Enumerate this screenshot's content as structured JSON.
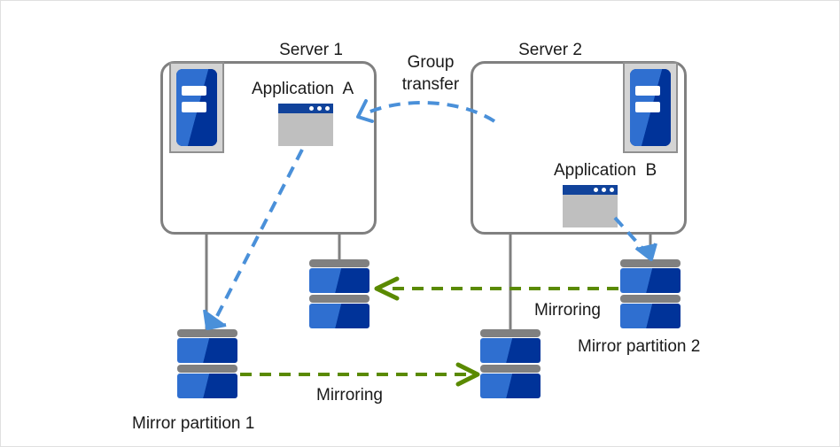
{
  "diagram": {
    "title": "Mirror disk / group transfer configuration",
    "colors": {
      "server_outline": "#808080",
      "blue_dashed": "#4a90d9",
      "green_dashed": "#5a8a00",
      "disk_light_blue": "#2f6fd0",
      "disk_dark_blue": "#003399",
      "icon_frame_gray": "#d4d4d4",
      "text": "#1a1a1a",
      "canvas_border": "#e0e0e0"
    },
    "labels": {
      "server1": "Server 1",
      "server2": "Server 2",
      "application_a": "Application  A",
      "application_b": "Application  B",
      "group_transfer_line1": "Group",
      "group_transfer_line2": "transfer",
      "mirroring_upper": "Mirroring",
      "mirroring_lower": "Mirroring",
      "mirror_partition_1": "Mirror partition 1",
      "mirror_partition_2": "Mirror partition 2"
    },
    "icons": {
      "server_unit": "server-unit-icon",
      "app_window": "application-window-icon",
      "disk_stack": "disk-stack-icon",
      "arrow_group_transfer": "curved-dashed-arrow-left-icon",
      "arrow_mirroring_upper": "dashed-arrow-left-icon",
      "arrow_mirroring_lower": "dashed-arrow-right-icon",
      "arrow_app_a_to_disk": "dashed-arrow-downleft-icon",
      "arrow_app_b_to_disk": "dashed-arrow-downright-icon"
    }
  }
}
